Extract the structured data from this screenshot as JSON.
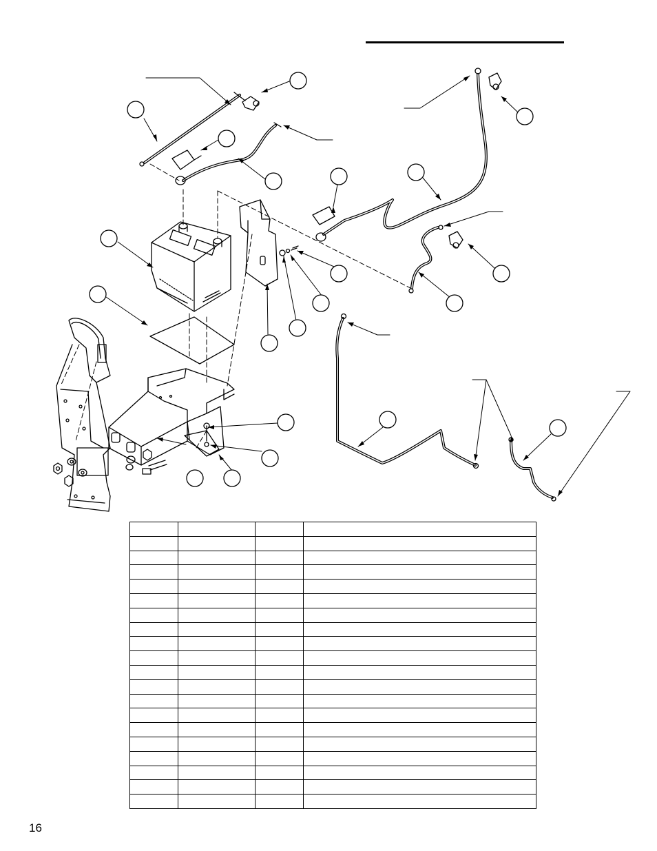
{
  "page": {
    "number": "16"
  },
  "parts_table": {
    "columns": 4,
    "row_count": 20
  }
}
